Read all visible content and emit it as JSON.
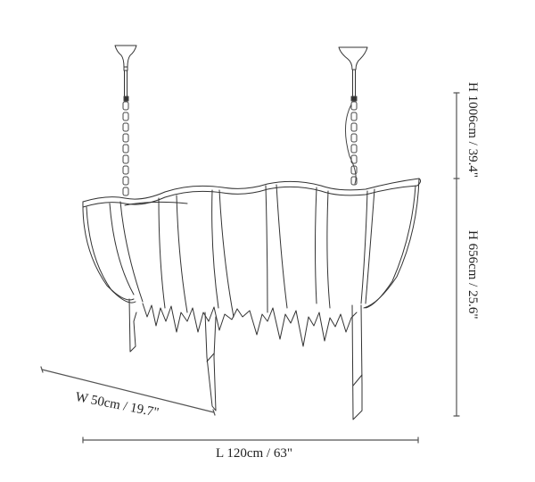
{
  "diagram": {
    "subject": "Chandelier dimension drawing",
    "style": "line-art",
    "line_color": "#333333",
    "dimension_line_color": "#555555",
    "background": "#ffffff"
  },
  "dimensions": {
    "length": {
      "label": "L 120cm / 63\"",
      "cm": 120,
      "in": 63
    },
    "width": {
      "label": "W 50cm / 19.7\"",
      "cm": 50,
      "in": 19.7
    },
    "height_total": {
      "label": "H 1006cm / 39.4\"",
      "cm": 1006,
      "in": 39.4
    },
    "height_body": {
      "label": "H 656cm / 25.6\"",
      "cm": 656,
      "in": 25.6
    }
  },
  "components": {
    "canopies": [
      "left-ceiling-canopy",
      "right-ceiling-canopy"
    ],
    "suspension": [
      "left-chain",
      "right-chain"
    ],
    "body": "draped-fabric-shade",
    "drops": [
      "left-hanging-drape",
      "right-hanging-drape",
      "fringe-tassels"
    ]
  }
}
